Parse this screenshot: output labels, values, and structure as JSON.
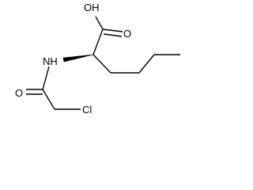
{
  "structure": {
    "atom_labels": {
      "hydroxyl": "OH",
      "carboxyl_oxygen": "O",
      "amide_nitrogen": "NH",
      "amide_oxygen": "O",
      "chlorine": "Cl"
    },
    "colors": {
      "bond": "#000000",
      "label": "#000000",
      "background": "#ffffff"
    }
  }
}
